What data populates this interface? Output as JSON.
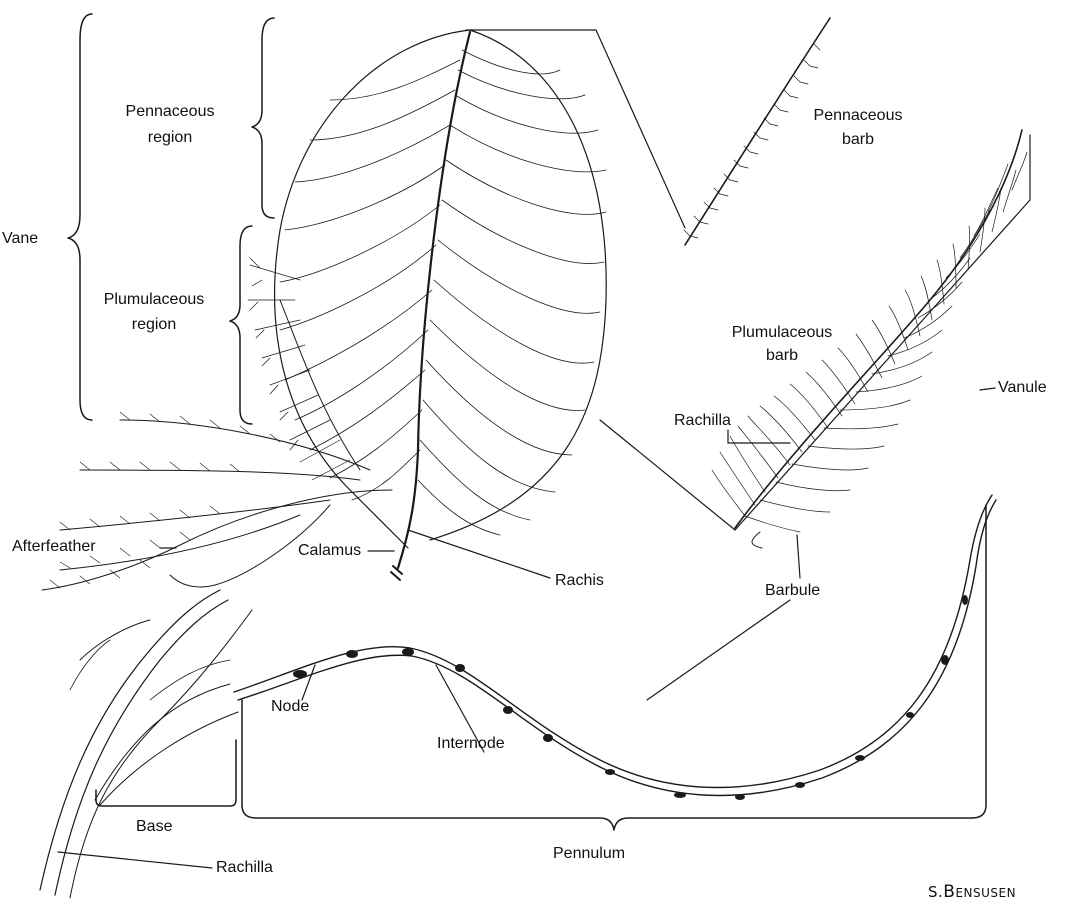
{
  "labels": {
    "vane": "Vane",
    "pennaceous_region_1": "Pennaceous",
    "pennaceous_region_2": "region",
    "plumulaceous_region_1": "Plumulaceous",
    "plumulaceous_region_2": "region",
    "pennaceous_barb_1": "Pennaceous",
    "pennaceous_barb_2": "barb",
    "plumulaceous_barb_1": "Plumulaceous",
    "plumulaceous_barb_2": "barb",
    "vanule": "Vanule",
    "rachilla_upper": "Rachilla",
    "afterfeather": "Afterfeather",
    "calamus": "Calamus",
    "rachis": "Rachis",
    "barbule": "Barbule",
    "node": "Node",
    "internode": "Internode",
    "base": "Base",
    "pennulum": "Pennulum",
    "rachilla_lower": "Rachilla"
  },
  "signature": {
    "initial": "S.",
    "first": "B",
    "rest": "ENSUSEN"
  }
}
